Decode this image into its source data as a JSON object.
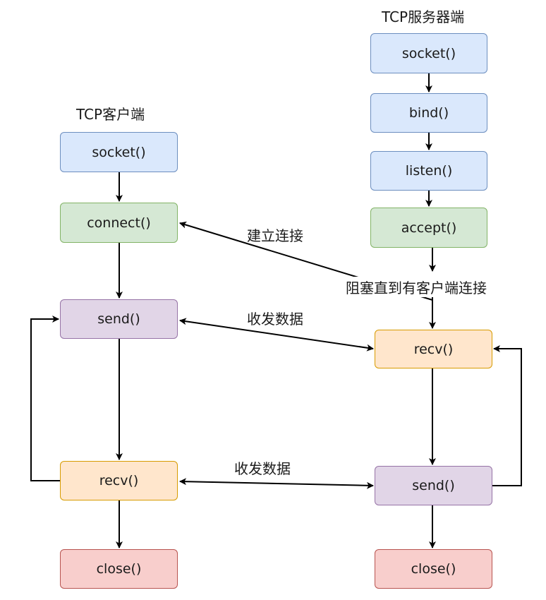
{
  "client": {
    "title": "TCP客户端",
    "socket": "socket()",
    "connect": "connect()",
    "send": "send()",
    "recv": "recv()",
    "close": "close()"
  },
  "server": {
    "title": "TCP服务器端",
    "socket": "socket()",
    "bind": "bind()",
    "listen": "listen()",
    "accept": "accept()",
    "recv": "recv()",
    "send": "send()",
    "close": "close()"
  },
  "edge_labels": {
    "connect": "建立连接",
    "block": "阻塞直到有客户端连接",
    "exchange_top": "收发数据",
    "exchange_bottom": "收发数据"
  },
  "colors": {
    "blue_fill": "#dae8fc",
    "green_fill": "#d5e8d4",
    "purple_fill": "#e1d5e7",
    "orange_fill": "#ffe6cc",
    "red_fill": "#f8cecc",
    "edge": "#000000"
  }
}
